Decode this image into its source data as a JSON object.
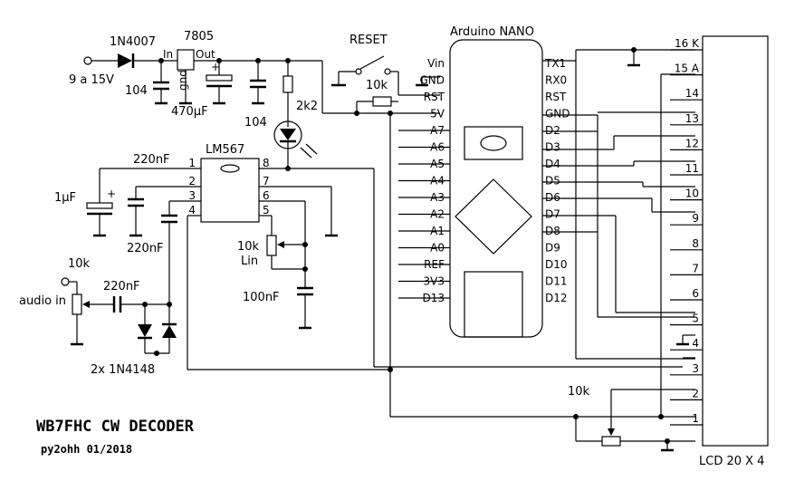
{
  "title": "WB7FHC CW DECODER",
  "subtitle": "py2ohh 01/2018",
  "input": {
    "voltage": "9 a 15V"
  },
  "components": {
    "d1": "1N4007",
    "reg": "7805",
    "reg_in": "In",
    "reg_gnd": "gnd",
    "reg_out": "Out",
    "c104a": "104",
    "c470": "470µF",
    "c104b": "104",
    "r2k2": "2k2",
    "reset": "RESET",
    "r10k_reset": "10k",
    "c220nf_top": "220nF",
    "c1uf": "1µF",
    "c220nf_bot": "220nF",
    "pot_10k_lin_a": "10k",
    "pot_10k_lin_b": "Lin",
    "c100nf": "100nF",
    "pot_audio": "10k",
    "audio_in": "audio in",
    "c220nf_in": "220nF",
    "diodes": "2x 1N4148",
    "pot_contrast": "10k"
  },
  "lm567": {
    "label": "LM567",
    "pins_left": [
      "1",
      "2",
      "3",
      "4"
    ],
    "pins_right": [
      "8",
      "7",
      "6",
      "5"
    ]
  },
  "arduino": {
    "label": "Arduino  NANO",
    "left_pins": [
      "Vin",
      "GND",
      "RST",
      "5V",
      "A7",
      "A6",
      "A5",
      "A4",
      "A3",
      "A2",
      "A1",
      "A0",
      "REF",
      "3V3",
      "D13"
    ],
    "right_pins": [
      "TX1",
      "RX0",
      "RST",
      "GND",
      "D2",
      "D3",
      "D4",
      "D5",
      "D6",
      "D7",
      "D8",
      "D9",
      "D10",
      "D11",
      "D12"
    ]
  },
  "lcd": {
    "label": "LCD 20  X 4",
    "pins": [
      "16 K",
      "15 A",
      "14",
      "13",
      "12",
      "11",
      "10",
      "9",
      "8",
      "7",
      "6",
      "5",
      "4",
      "3",
      "2",
      "1"
    ]
  }
}
